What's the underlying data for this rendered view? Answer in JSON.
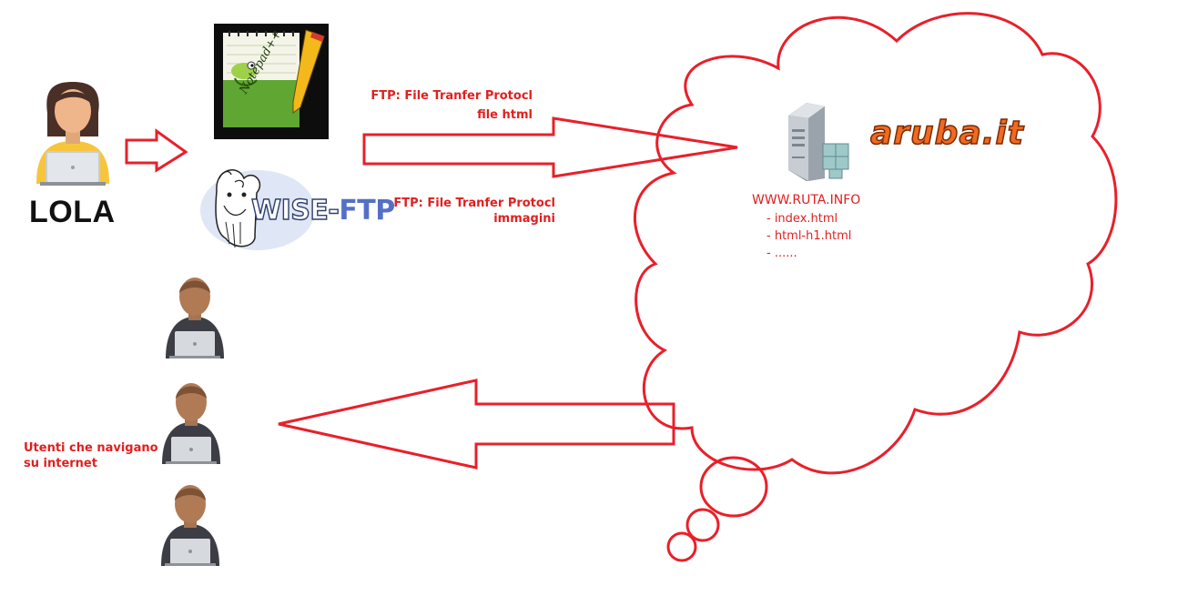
{
  "user": {
    "name": "LOLA"
  },
  "apps": {
    "notepad_logo_text": "Notepad++",
    "wiseftp_label_a": "WISE-",
    "wiseftp_label_b": "FTP"
  },
  "transfers": [
    {
      "line1": "FTP: File Tranfer Protocl",
      "line2": "file html"
    },
    {
      "line1": "FTP: File Tranfer Protocl",
      "line2": "immagini"
    }
  ],
  "server": {
    "host_logo_text": "aruba.it",
    "site": "WWW.RUTA.INFO",
    "files": [
      "- index.html",
      "- html-h1.html",
      "- ......"
    ]
  },
  "visitors": {
    "line1": "Utenti che navigano",
    "line2": "su internet"
  },
  "colors": {
    "accent": "#e0201f",
    "aruba": "#f06a1f",
    "wise_ftp": "#5470c6"
  }
}
